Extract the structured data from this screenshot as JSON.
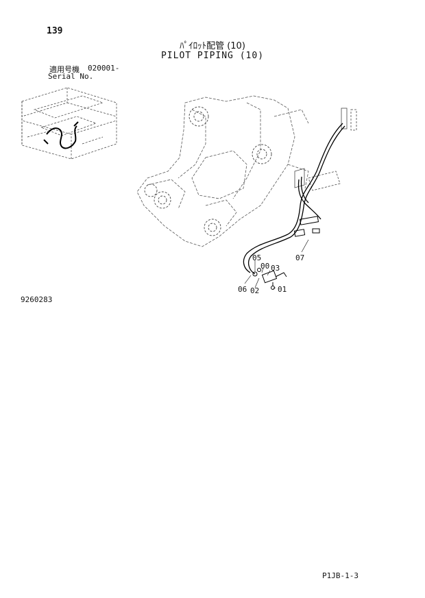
{
  "page_number": "139",
  "title_jp": "ﾊﾟｲﾛｯﾄ配管 (10)",
  "title_en": "PILOT PIPING (10)",
  "serial_label_jp": "適用号機",
  "serial_value": "020001-",
  "serial_label_en": "Serial No.",
  "figure_number": "9260283",
  "footer_code": "P1JB-1-3",
  "callouts": {
    "c07": "07",
    "c05": "05",
    "c00": "00",
    "c03": "03",
    "c06": "06",
    "c02": "02",
    "c01": "01"
  }
}
